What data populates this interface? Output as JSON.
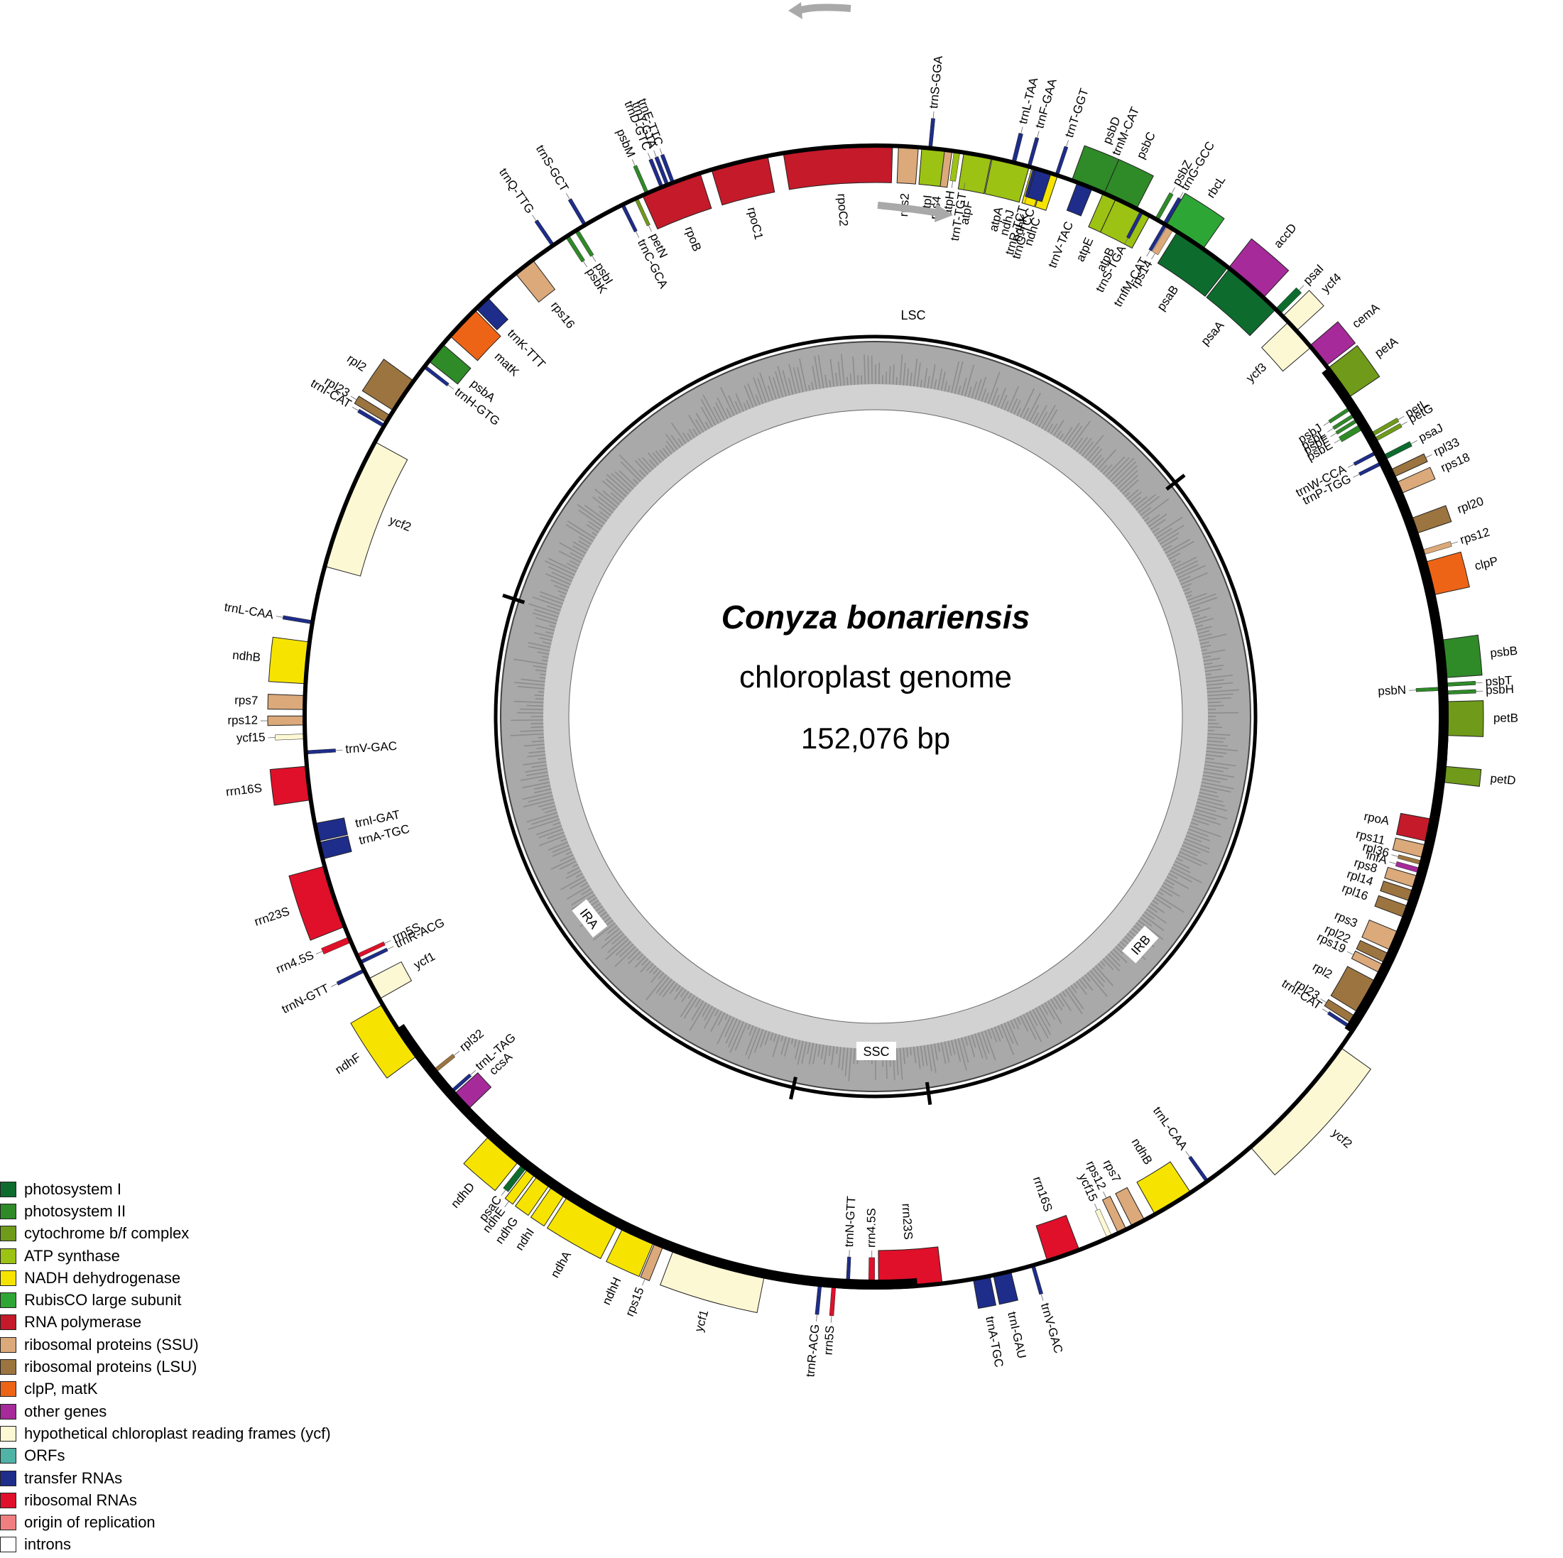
{
  "title": {
    "species": "Conyza bonariensis",
    "subtitle": "chloroplast genome",
    "size": "152,076 bp"
  },
  "regions": [
    "LSC",
    "IRB",
    "SSC",
    "IRA"
  ],
  "categories": {
    "psI": {
      "label": "photosystem I",
      "color": "#0e6b2e"
    },
    "psII": {
      "label": "photosystem II",
      "color": "#2f8a28"
    },
    "cyt": {
      "label": "cytochrome b/f complex",
      "color": "#6f9a1a"
    },
    "atp": {
      "label": "ATP synthase",
      "color": "#9cc214"
    },
    "ndh": {
      "label": "NADH dehydrogenase",
      "color": "#f6e400"
    },
    "rbcL": {
      "label": "RubisCO large subunit",
      "color": "#2ea636"
    },
    "rpo": {
      "label": "RNA polymerase",
      "color": "#c41a2a"
    },
    "ssu": {
      "label": "ribosomal proteins (SSU)",
      "color": "#dba97a"
    },
    "lsu": {
      "label": "ribosomal proteins (LSU)",
      "color": "#9c7440"
    },
    "clp": {
      "label": "clpP, matK",
      "color": "#ee6417"
    },
    "other": {
      "label": "other genes",
      "color": "#a62a9a"
    },
    "ycf": {
      "label": "hypothetical chloroplast reading frames (ycf)",
      "color": "#fdf8d4"
    },
    "orf": {
      "label": "ORFs",
      "color": "#4fb3a6"
    },
    "trna": {
      "label": "transfer RNAs",
      "color": "#1e2d8a"
    },
    "rrna": {
      "label": "ribosomal RNAs",
      "color": "#e0102a"
    },
    "ori": {
      "label": "origin of replication",
      "color": "#f08080"
    },
    "intron": {
      "label": "introns",
      "color": "#ffffff"
    }
  },
  "legend_order": [
    "psI",
    "psII",
    "cyt",
    "atp",
    "ndh",
    "rbcL",
    "rpo",
    "ssu",
    "lsu",
    "clp",
    "other",
    "ycf",
    "orf",
    "trna",
    "rrna",
    "ori",
    "intron"
  ],
  "genes": [
    {
      "name": "trnS-GGA",
      "cat": "trna",
      "angle": -5.5,
      "span": 0.3,
      "side": "out"
    },
    {
      "name": "trnL-TAA",
      "cat": "trna",
      "angle": -14.0,
      "span": 0.4,
      "side": "out"
    },
    {
      "name": "trnF-GAA",
      "cat": "trna",
      "angle": -15.6,
      "span": 0.3,
      "side": "out"
    },
    {
      "name": "trnT-TGT",
      "cat": "trna",
      "angle": -9.5,
      "span": 0.3,
      "side": "in"
    },
    {
      "name": "rps4",
      "cat": "ssu",
      "angle": -6.8,
      "span": 1.8,
      "side": "in"
    },
    {
      "name": "ndhJ",
      "cat": "ndh",
      "angle": -15.0,
      "span": 1.2,
      "side": "in"
    },
    {
      "name": "ndhK",
      "cat": "ndh",
      "angle": -16.6,
      "span": 1.4,
      "side": "in"
    },
    {
      "name": "ndhC",
      "cat": "ndh",
      "angle": -18.0,
      "span": 1.2,
      "side": "in"
    },
    {
      "name": "trnV-TAC",
      "cat": "trna",
      "angle": -21.5,
      "span": 1.6,
      "side": "in"
    },
    {
      "name": "trnM-CAT",
      "cat": "trna",
      "angle": -23.2,
      "span": 0.3,
      "side": "out"
    },
    {
      "name": "atpE",
      "cat": "atp",
      "angle": -24.2,
      "span": 1.4,
      "side": "in"
    },
    {
      "name": "atpB",
      "cat": "atp",
      "angle": -26.8,
      "span": 3.8,
      "side": "in"
    },
    {
      "name": "rbcL",
      "cat": "rbcL",
      "angle": -32.8,
      "span": 4.4,
      "side": "out"
    },
    {
      "name": "accD",
      "cat": "other",
      "angle": -40.5,
      "span": 4.6,
      "side": "out"
    },
    {
      "name": "psaI",
      "cat": "psI",
      "angle": -44.8,
      "span": 0.7,
      "side": "out"
    },
    {
      "name": "ycf4",
      "cat": "ycf",
      "angle": -46.5,
      "span": 2.0,
      "side": "out"
    },
    {
      "name": "cemA",
      "cat": "other",
      "angle": -50.8,
      "span": 2.6,
      "side": "out"
    },
    {
      "name": "petA",
      "cat": "cyt",
      "angle": -54.2,
      "span": 3.6,
      "side": "out"
    },
    {
      "name": "psbJ",
      "cat": "psII",
      "angle": -57.0,
      "span": 0.3,
      "side": "in"
    },
    {
      "name": "psbL",
      "cat": "psII",
      "angle": -57.8,
      "span": 0.3,
      "side": "in"
    },
    {
      "name": "psbF",
      "cat": "psII",
      "angle": -58.4,
      "span": 0.3,
      "side": "in"
    },
    {
      "name": "psbE",
      "cat": "psII",
      "angle": -59.2,
      "span": 0.6,
      "side": "in"
    },
    {
      "name": "trnW-CCA",
      "cat": "trna",
      "angle": -62.2,
      "span": 0.3,
      "side": "in"
    },
    {
      "name": "trnP-TGG",
      "cat": "trna",
      "angle": -63.4,
      "span": 0.3,
      "side": "in"
    },
    {
      "name": "petL",
      "cat": "cyt",
      "angle": -60.4,
      "span": 0.4,
      "side": "out"
    },
    {
      "name": "petG",
      "cat": "cyt",
      "angle": -61.0,
      "span": 0.4,
      "side": "out"
    },
    {
      "name": "psaJ",
      "cat": "psI",
      "angle": -63.0,
      "span": 0.5,
      "side": "out"
    },
    {
      "name": "rpl33",
      "cat": "lsu",
      "angle": -64.8,
      "span": 0.8,
      "side": "out"
    },
    {
      "name": "rps18",
      "cat": "ssu",
      "angle": -66.4,
      "span": 1.2,
      "side": "out"
    },
    {
      "name": "rpl20",
      "cat": "lsu",
      "angle": -70.5,
      "span": 1.6,
      "side": "out"
    },
    {
      "name": "rps12",
      "cat": "ssu",
      "angle": -73.3,
      "span": 0.5,
      "side": "out"
    },
    {
      "name": "clpP",
      "cat": "clp",
      "angle": -76.0,
      "span": 3.4,
      "side": "out"
    },
    {
      "name": "psbB",
      "cat": "psII",
      "angle": -84.2,
      "span": 3.8,
      "side": "out"
    },
    {
      "name": "psbT",
      "cat": "psII",
      "angle": -86.8,
      "span": 0.3,
      "side": "out"
    },
    {
      "name": "psbH",
      "cat": "psII",
      "angle": -87.6,
      "span": 0.3,
      "side": "out"
    },
    {
      "name": "psbN",
      "cat": "psII",
      "angle": -87.2,
      "span": 0.3,
      "side": "in"
    },
    {
      "name": "petB",
      "cat": "cyt",
      "angle": -90.2,
      "span": 3.4,
      "side": "out"
    },
    {
      "name": "petD",
      "cat": "cyt",
      "angle": -95.8,
      "span": 1.6,
      "side": "out"
    },
    {
      "name": "rpoA",
      "cat": "rpo",
      "angle": -101.6,
      "span": 2.3,
      "side": "in"
    },
    {
      "name": "rps11",
      "cat": "ssu",
      "angle": -103.8,
      "span": 1.3,
      "side": "in"
    },
    {
      "name": "rpl36",
      "cat": "lsu",
      "angle": -105.0,
      "span": 0.4,
      "side": "in"
    },
    {
      "name": "infA",
      "cat": "other",
      "angle": -105.8,
      "span": 0.5,
      "side": "in"
    },
    {
      "name": "rps8",
      "cat": "ssu",
      "angle": -107.0,
      "span": 1.2,
      "side": "in"
    },
    {
      "name": "rpl14",
      "cat": "lsu",
      "angle": -108.5,
      "span": 1.1,
      "side": "in"
    },
    {
      "name": "rpl16",
      "cat": "lsu",
      "angle": -110.2,
      "span": 1.2,
      "side": "in"
    },
    {
      "name": "rps3",
      "cat": "ssu",
      "angle": -113.4,
      "span": 2.0,
      "side": "in"
    },
    {
      "name": "rpl22",
      "cat": "lsu",
      "angle": -115.3,
      "span": 1.0,
      "side": "in"
    },
    {
      "name": "rps19",
      "cat": "ssu",
      "angle": -116.5,
      "span": 0.9,
      "side": "in"
    },
    {
      "name": "rpl2",
      "cat": "lsu",
      "angle": -119.7,
      "span": 3.6,
      "side": "in"
    },
    {
      "name": "rpl23",
      "cat": "lsu",
      "angle": -122.4,
      "span": 0.8,
      "side": "in"
    },
    {
      "name": "trnI-CAT",
      "cat": "trna",
      "angle": -123.2,
      "span": 0.3,
      "side": "in"
    },
    {
      "name": "ycf2",
      "cat": "ycf",
      "angle": -132.2,
      "span": 13.5,
      "side": "out"
    },
    {
      "name": "trnL-CAA",
      "cat": "trna",
      "angle": -144.5,
      "span": 0.3,
      "side": "in"
    },
    {
      "name": "ndhB",
      "cat": "ndh",
      "angle": -148.6,
      "span": 4.2,
      "side": "in"
    },
    {
      "name": "rps7",
      "cat": "ssu",
      "angle": -152.6,
      "span": 1.4,
      "side": "in"
    },
    {
      "name": "rps12",
      "cat": "ssu",
      "angle": -154.4,
      "span": 0.9,
      "side": "in"
    },
    {
      "name": "ycf15",
      "cat": "ycf",
      "angle": -155.8,
      "span": 0.5,
      "side": "in"
    },
    {
      "name": "rrn16S",
      "cat": "rrna",
      "angle": -160.8,
      "span": 3.4,
      "side": "in"
    },
    {
      "name": "trnV-GAC",
      "cat": "trna",
      "angle": -164.0,
      "span": 0.3,
      "side": "out"
    },
    {
      "name": "trnI-GAU",
      "cat": "trna",
      "angle": -167.2,
      "span": 1.8,
      "side": "out"
    },
    {
      "name": "trnA-TGC",
      "cat": "trna",
      "angle": -169.3,
      "span": 1.7,
      "side": "out"
    },
    {
      "name": "rrn23S",
      "cat": "rrna",
      "angle": -176.5,
      "span": 6.4,
      "side": "in"
    },
    {
      "name": "rrn4.5S",
      "cat": "rrna",
      "angle": -180.4,
      "span": 0.6,
      "side": "in"
    },
    {
      "name": "trnN-GTT",
      "cat": "trna",
      "angle": -182.8,
      "span": 0.3,
      "side": "in"
    },
    {
      "name": "rrn5S",
      "cat": "rrna",
      "angle": -184.2,
      "span": 0.4,
      "side": "out"
    },
    {
      "name": "trnR-ACG",
      "cat": "trna",
      "angle": -185.6,
      "span": 0.3,
      "side": "out"
    },
    {
      "name": "ycf1",
      "cat": "ycf",
      "angle": -196.0,
      "span": 9.5,
      "side": "out"
    },
    {
      "name": "rps15",
      "cat": "ssu",
      "angle": -202.3,
      "span": 0.9,
      "side": "out"
    },
    {
      "name": "ndhH",
      "cat": "ndh",
      "angle": -204.6,
      "span": 3.4,
      "side": "out"
    },
    {
      "name": "ndhA",
      "cat": "ndh",
      "angle": -209.8,
      "span": 5.8,
      "side": "out"
    },
    {
      "name": "ndhI",
      "cat": "ndh",
      "angle": -213.8,
      "span": 1.5,
      "side": "out"
    },
    {
      "name": "ndhG",
      "cat": "ndh",
      "angle": -215.6,
      "span": 1.5,
      "side": "out"
    },
    {
      "name": "ndhE",
      "cat": "ndh",
      "angle": -217.1,
      "span": 0.9,
      "side": "out"
    },
    {
      "name": "psaC",
      "cat": "psI",
      "angle": -218.0,
      "span": 0.6,
      "side": "out"
    },
    {
      "name": "ndhD",
      "cat": "ndh",
      "angle": -220.7,
      "span": 3.9,
      "side": "out"
    },
    {
      "name": "ccsA",
      "cat": "other",
      "angle": -227.1,
      "span": 2.1,
      "side": "in"
    },
    {
      "name": "trnL-TAG",
      "cat": "trna",
      "angle": -228.5,
      "span": 0.3,
      "side": "in"
    },
    {
      "name": "rpl32",
      "cat": "lsu",
      "angle": -231.2,
      "span": 0.4,
      "side": "in"
    },
    {
      "name": "ndhF",
      "cat": "ndh",
      "angle": -236.6,
      "span": 6.2,
      "side": "out"
    },
    {
      "name": "ycf1",
      "cat": "ycf",
      "angle": -241.5,
      "span": 2.3,
      "side": "in"
    },
    {
      "name": "trnN-GTT",
      "cat": "trna",
      "angle": -243.6,
      "span": 0.3,
      "side": "out"
    },
    {
      "name": "trnR-ACG",
      "cat": "trna",
      "angle": -244.5,
      "span": 0.3,
      "side": "in"
    },
    {
      "name": "rrn5S",
      "cat": "rrna",
      "angle": -245.2,
      "span": 0.4,
      "side": "in"
    },
    {
      "name": "rrn4.5S",
      "cat": "rrna",
      "angle": -247.0,
      "span": 0.6,
      "side": "out"
    },
    {
      "name": "rrn23S",
      "cat": "rrna",
      "angle": -251.6,
      "span": 6.4,
      "side": "out"
    },
    {
      "name": "trnA-TGC",
      "cat": "trna",
      "angle": -256.4,
      "span": 1.7,
      "side": "in"
    },
    {
      "name": "trnI-GAT",
      "cat": "trna",
      "angle": -258.3,
      "span": 1.8,
      "side": "in"
    },
    {
      "name": "rrn16S",
      "cat": "rrna",
      "angle": -263.3,
      "span": 3.4,
      "side": "out"
    },
    {
      "name": "trnV-GAC",
      "cat": "trna",
      "angle": -266.4,
      "span": 0.3,
      "side": "in"
    },
    {
      "name": "ycf15",
      "cat": "ycf",
      "angle": -268.0,
      "span": 0.5,
      "side": "out"
    },
    {
      "name": "rps12",
      "cat": "ssu",
      "angle": -269.6,
      "span": 0.9,
      "side": "out"
    },
    {
      "name": "rps7",
      "cat": "ssu",
      "angle": -271.4,
      "span": 1.4,
      "side": "out"
    },
    {
      "name": "ndhB",
      "cat": "ndh",
      "angle": -275.4,
      "span": 4.2,
      "side": "out"
    },
    {
      "name": "trnL-CAA",
      "cat": "trna",
      "angle": -279.5,
      "span": 0.3,
      "side": "out"
    },
    {
      "name": "ycf2",
      "cat": "ycf",
      "angle": -292.0,
      "span": 13.5,
      "side": "in"
    },
    {
      "name": "trnI-CAT",
      "cat": "trna",
      "angle": -300.6,
      "span": 0.3,
      "side": "out"
    },
    {
      "name": "rpl23",
      "cat": "lsu",
      "angle": -301.4,
      "span": 0.8,
      "side": "out"
    },
    {
      "name": "rpl2",
      "cat": "lsu",
      "angle": -304.2,
      "span": 3.6,
      "side": "out"
    },
    {
      "name": "trnH-GTG",
      "cat": "trna",
      "angle": -307.8,
      "span": 0.3,
      "side": "in"
    },
    {
      "name": "psbA",
      "cat": "psII",
      "angle": -309.6,
      "span": 2.2,
      "side": "in"
    },
    {
      "name": "matK",
      "cat": "clp",
      "angle": -313.6,
      "span": 3.6,
      "side": "in"
    },
    {
      "name": "trnK-TTT",
      "cat": "trna",
      "angle": -316.4,
      "span": 1.6,
      "side": "in"
    },
    {
      "name": "rps16",
      "cat": "ssu",
      "angle": -322.0,
      "span": 2.2,
      "side": "in"
    },
    {
      "name": "trnQ-TTG",
      "cat": "trna",
      "angle": -325.6,
      "span": 0.3,
      "side": "out"
    },
    {
      "name": "psbK",
      "cat": "psII",
      "angle": -327.3,
      "span": 0.4,
      "side": "in"
    },
    {
      "name": "psbI",
      "cat": "psII",
      "angle": -328.4,
      "span": 0.4,
      "side": "in"
    },
    {
      "name": "trnS-GCT",
      "cat": "trna",
      "angle": -329.4,
      "span": 0.3,
      "side": "out"
    },
    {
      "name": "trnC-GCA",
      "cat": "trna",
      "angle": -333.7,
      "span": 0.3,
      "side": "in"
    },
    {
      "name": "petN",
      "cat": "cyt",
      "angle": -335.2,
      "span": 0.3,
      "side": "in"
    },
    {
      "name": "psbM",
      "cat": "psII",
      "angle": -336.4,
      "span": 0.3,
      "side": "out"
    },
    {
      "name": "trnD-GTC",
      "cat": "trna",
      "angle": -338.0,
      "span": 0.3,
      "side": "out"
    },
    {
      "name": "trnY-GTA",
      "cat": "trna",
      "angle": -338.6,
      "span": 0.3,
      "side": "out"
    },
    {
      "name": "trnE-TTC",
      "cat": "trna",
      "angle": -339.2,
      "span": 0.3,
      "side": "out"
    },
    {
      "name": "rpoB",
      "cat": "rpo",
      "angle": -339.0,
      "span": 6.2,
      "side": "in"
    },
    {
      "name": "rpoC1",
      "cat": "rpo",
      "angle": -346.2,
      "span": 5.8,
      "side": "in"
    },
    {
      "name": "rpoC2",
      "cat": "rpo",
      "angle": -356.2,
      "span": 11.0,
      "side": "in"
    },
    {
      "name": "rps2",
      "cat": "ssu",
      "angle": -363.3,
      "span": 2.0,
      "side": "in"
    },
    {
      "name": "atpI",
      "cat": "atp",
      "angle": -365.8,
      "span": 2.3,
      "side": "in"
    },
    {
      "name": "atpH",
      "cat": "atp",
      "angle": -368.2,
      "span": 0.6,
      "side": "in"
    },
    {
      "name": "atpF",
      "cat": "atp",
      "angle": -370.3,
      "span": 2.8,
      "side": "in"
    },
    {
      "name": "atpA",
      "cat": "atp",
      "angle": -373.7,
      "span": 3.8,
      "side": "in"
    },
    {
      "name": "trnR-TCT",
      "cat": "trna",
      "angle": -376.2,
      "span": 0.3,
      "side": "in"
    },
    {
      "name": "trnG-TCC",
      "cat": "trna",
      "angle": -377.1,
      "span": 1.6,
      "side": "in"
    },
    {
      "name": "trnT-GGT",
      "cat": "trna",
      "angle": -378.5,
      "span": 0.3,
      "side": "out"
    },
    {
      "name": "psbD",
      "cat": "psII",
      "angle": -382.0,
      "span": 3.8,
      "side": "out"
    },
    {
      "name": "psbC",
      "cat": "psII",
      "angle": -385.4,
      "span": 3.6,
      "side": "out"
    },
    {
      "name": "trnS-TGA",
      "cat": "trna",
      "angle": -387.8,
      "span": 0.3,
      "side": "in"
    },
    {
      "name": "psbZ",
      "cat": "psII",
      "angle": -389.5,
      "span": 0.4,
      "side": "out"
    },
    {
      "name": "trnG-GCC",
      "cat": "trna",
      "angle": -390.4,
      "span": 0.3,
      "side": "out"
    },
    {
      "name": "trnfM-CAT",
      "cat": "trna",
      "angle": -390.5,
      "span": 0.3,
      "side": "in"
    },
    {
      "name": "rps14",
      "cat": "ssu",
      "angle": -391.1,
      "span": 0.7,
      "side": "in"
    },
    {
      "name": "psaB",
      "cat": "psI",
      "angle": -395.0,
      "span": 6.2,
      "side": "in"
    },
    {
      "name": "psaA",
      "cat": "psI",
      "angle": -401.4,
      "span": 6.2,
      "side": "in"
    },
    {
      "name": "ycf3",
      "cat": "ycf",
      "angle": -408.0,
      "span": 3.4,
      "side": "in"
    }
  ]
}
